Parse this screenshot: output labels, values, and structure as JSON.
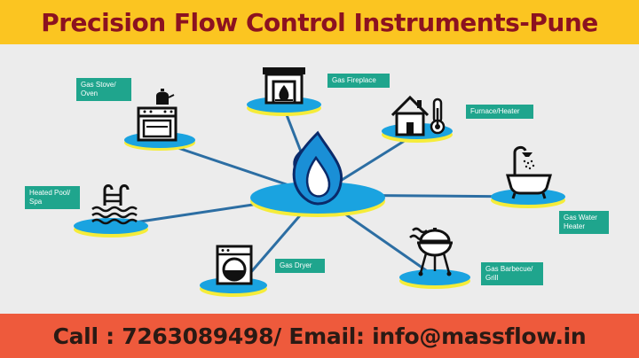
{
  "header": {
    "title": "Precision Flow Control Instruments-Pune"
  },
  "footer": {
    "contact": "Call : 7263089498/  Email: info@massflow.in"
  },
  "appliances": {
    "stove": "Gas Stove/ Oven",
    "fireplace": "Gas Fireplace",
    "furnace": "Furnace/Heater",
    "pool": "Heated Pool/ Spa",
    "water_heater": "Gas Water Heater",
    "dryer": "Gas Dryer",
    "barbecue": "Gas Barbecue/ Grill"
  },
  "colors": {
    "header_bg": "#fbc521",
    "header_text": "#8c1220",
    "footer_bg": "#ee5a3c",
    "node_blue": "#1aa3e0",
    "node_yellow": "#f5ec3a",
    "connector": "#2c6ea3",
    "label_bg": "#1fa58d"
  }
}
